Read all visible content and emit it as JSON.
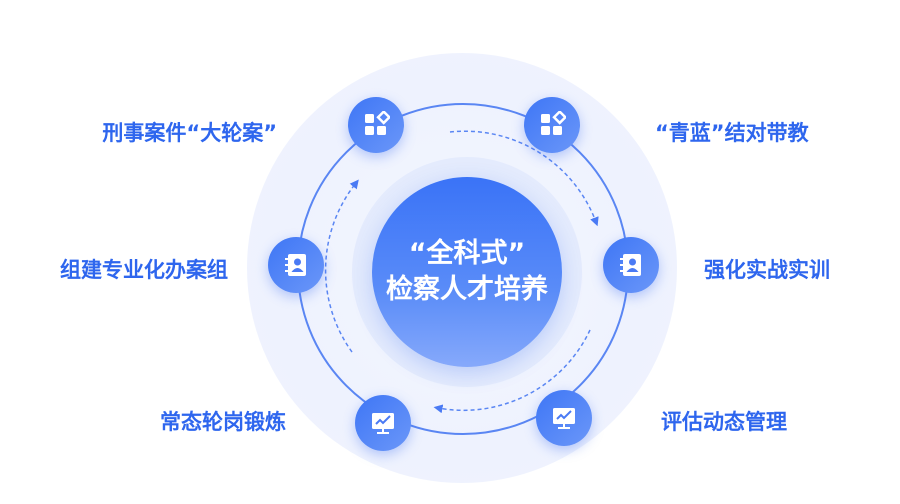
{
  "center": {
    "line1": "“全科式”",
    "line2": "检察人才培养"
  },
  "items": [
    {
      "label": "刑事案件“大轮案”",
      "icon": "apps-icon"
    },
    {
      "label": "“青蓝”结对带教",
      "icon": "apps-icon"
    },
    {
      "label": "组建专业化办案组",
      "icon": "contact-book-icon"
    },
    {
      "label": "强化实战实训",
      "icon": "contact-book-icon"
    },
    {
      "label": "常态轮岗锻炼",
      "icon": "monitor-chart-icon"
    },
    {
      "label": "评估动态管理",
      "icon": "monitor-chart-icon"
    }
  ],
  "colors": {
    "accent": "#2e66ee",
    "ring": "#5a86f3"
  }
}
